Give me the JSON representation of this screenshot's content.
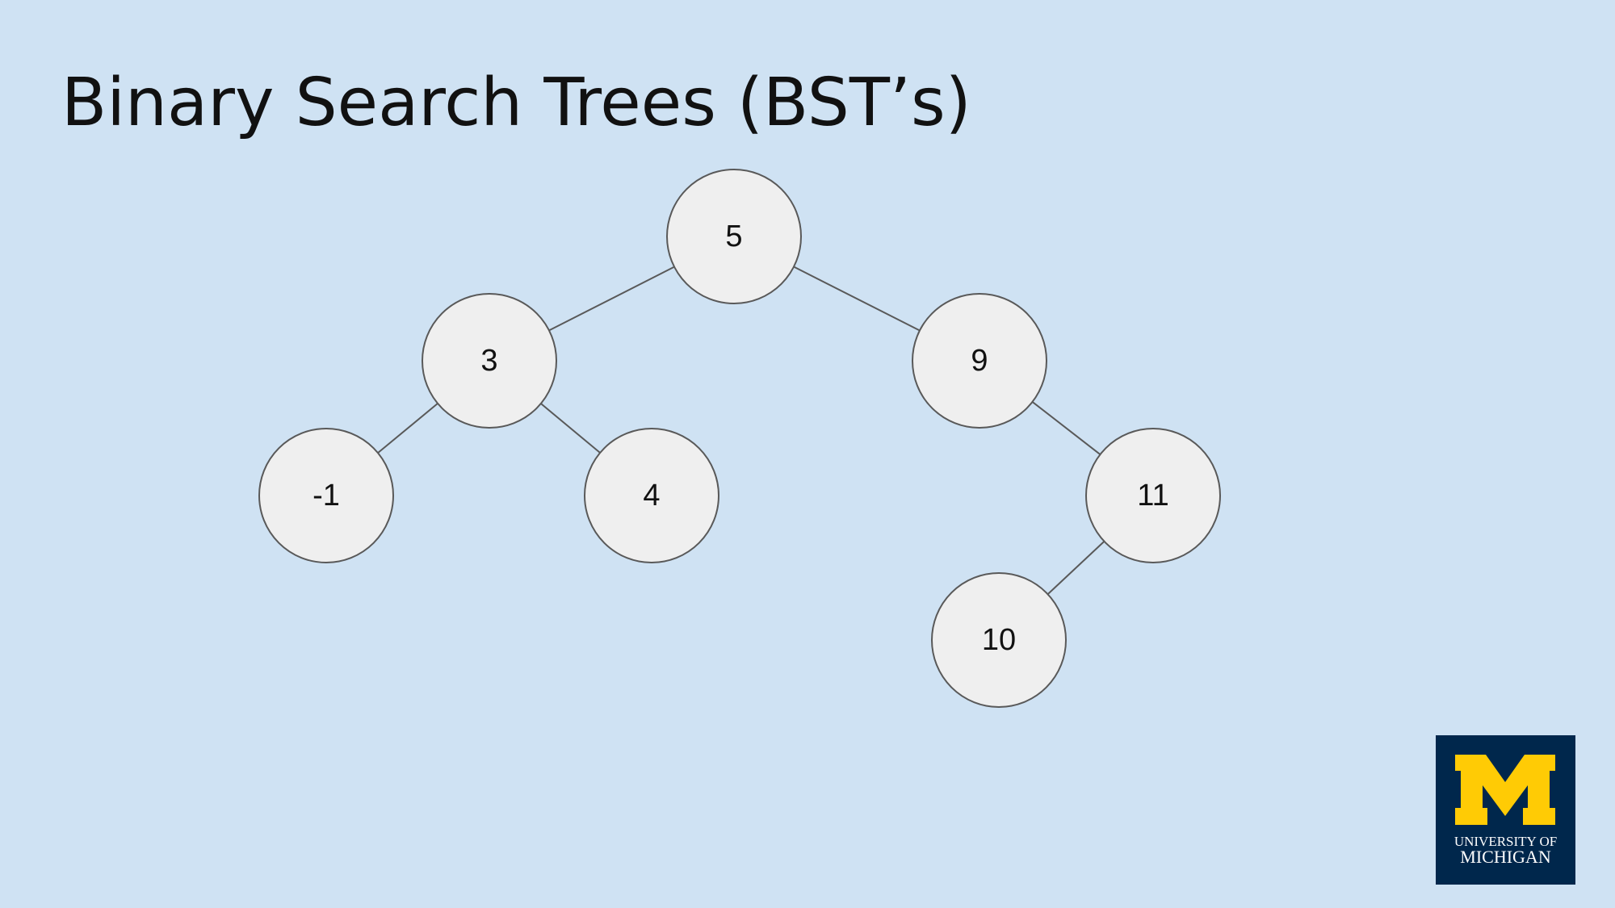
{
  "title": "Binary Search Trees (BST’s)",
  "colors": {
    "background": "#cfe2f3",
    "node_fill": "#efefef",
    "node_stroke": "#595959",
    "edge": "#595959",
    "logo_bg": "#00274c",
    "logo_maize": "#ffcb05"
  },
  "tree": {
    "nodes": [
      {
        "id": "n5",
        "label": "5"
      },
      {
        "id": "n3",
        "label": "3"
      },
      {
        "id": "n9",
        "label": "9"
      },
      {
        "id": "nm1",
        "label": "-1"
      },
      {
        "id": "n4",
        "label": "4"
      },
      {
        "id": "n11",
        "label": "11"
      },
      {
        "id": "n10",
        "label": "10"
      }
    ],
    "edges": [
      {
        "from": "n5",
        "to": "n3"
      },
      {
        "from": "n5",
        "to": "n9"
      },
      {
        "from": "n3",
        "to": "nm1"
      },
      {
        "from": "n3",
        "to": "n4"
      },
      {
        "from": "n9",
        "to": "n11"
      },
      {
        "from": "n11",
        "to": "n10"
      }
    ]
  },
  "logo": {
    "letter": "M",
    "line1": "UNIVERSITY OF",
    "line2": "MICHIGAN"
  }
}
